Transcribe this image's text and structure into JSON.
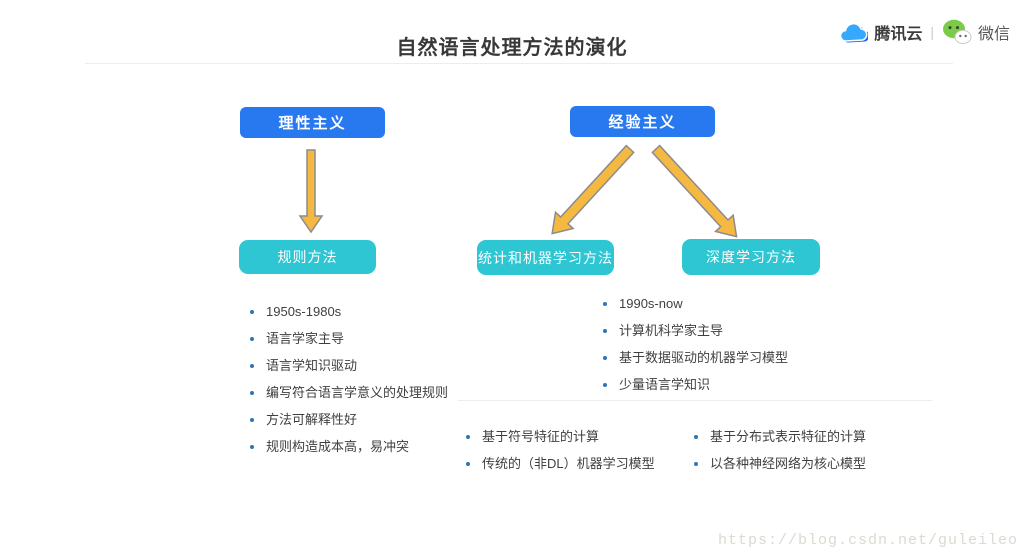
{
  "page": {
    "title": "自然语言处理方法的演化",
    "watermark": "https://blog.csdn.net/guleileo"
  },
  "brand": {
    "tencent_cloud": "腾讯云",
    "separator": "|",
    "wechat": "微信"
  },
  "nodes": {
    "rationalism": "理性主义",
    "empiricism": "经验主义",
    "rule_method": "规则方法",
    "statistical_ml": "统计和机器学习方法",
    "deep_learning": "深度学习方法"
  },
  "lists": {
    "rule_method": [
      "1950s-1980s",
      "语言学家主导",
      "语言学知识驱动",
      "编写符合语言学意义的处理规则",
      "方法可解释性好",
      "规则构造成本高，易冲突"
    ],
    "empiricism": [
      "1990s-now",
      "计算机科学家主导",
      "基于数据驱动的机器学习模型",
      "少量语言学知识"
    ],
    "statistical_ml": [
      "基于符号特征的计算",
      "传统的（非DL）机器学习模型"
    ],
    "deep_learning": [
      "基于分布式表示特征的计算",
      "以各种神经网络为核心模型"
    ]
  },
  "colors": {
    "blue_box": "#2878F0",
    "teal_box": "#2EC6D2",
    "arrow_fill": "#F5B942",
    "arrow_stroke": "#8C8C8C",
    "bullet": "#2E75B6"
  }
}
